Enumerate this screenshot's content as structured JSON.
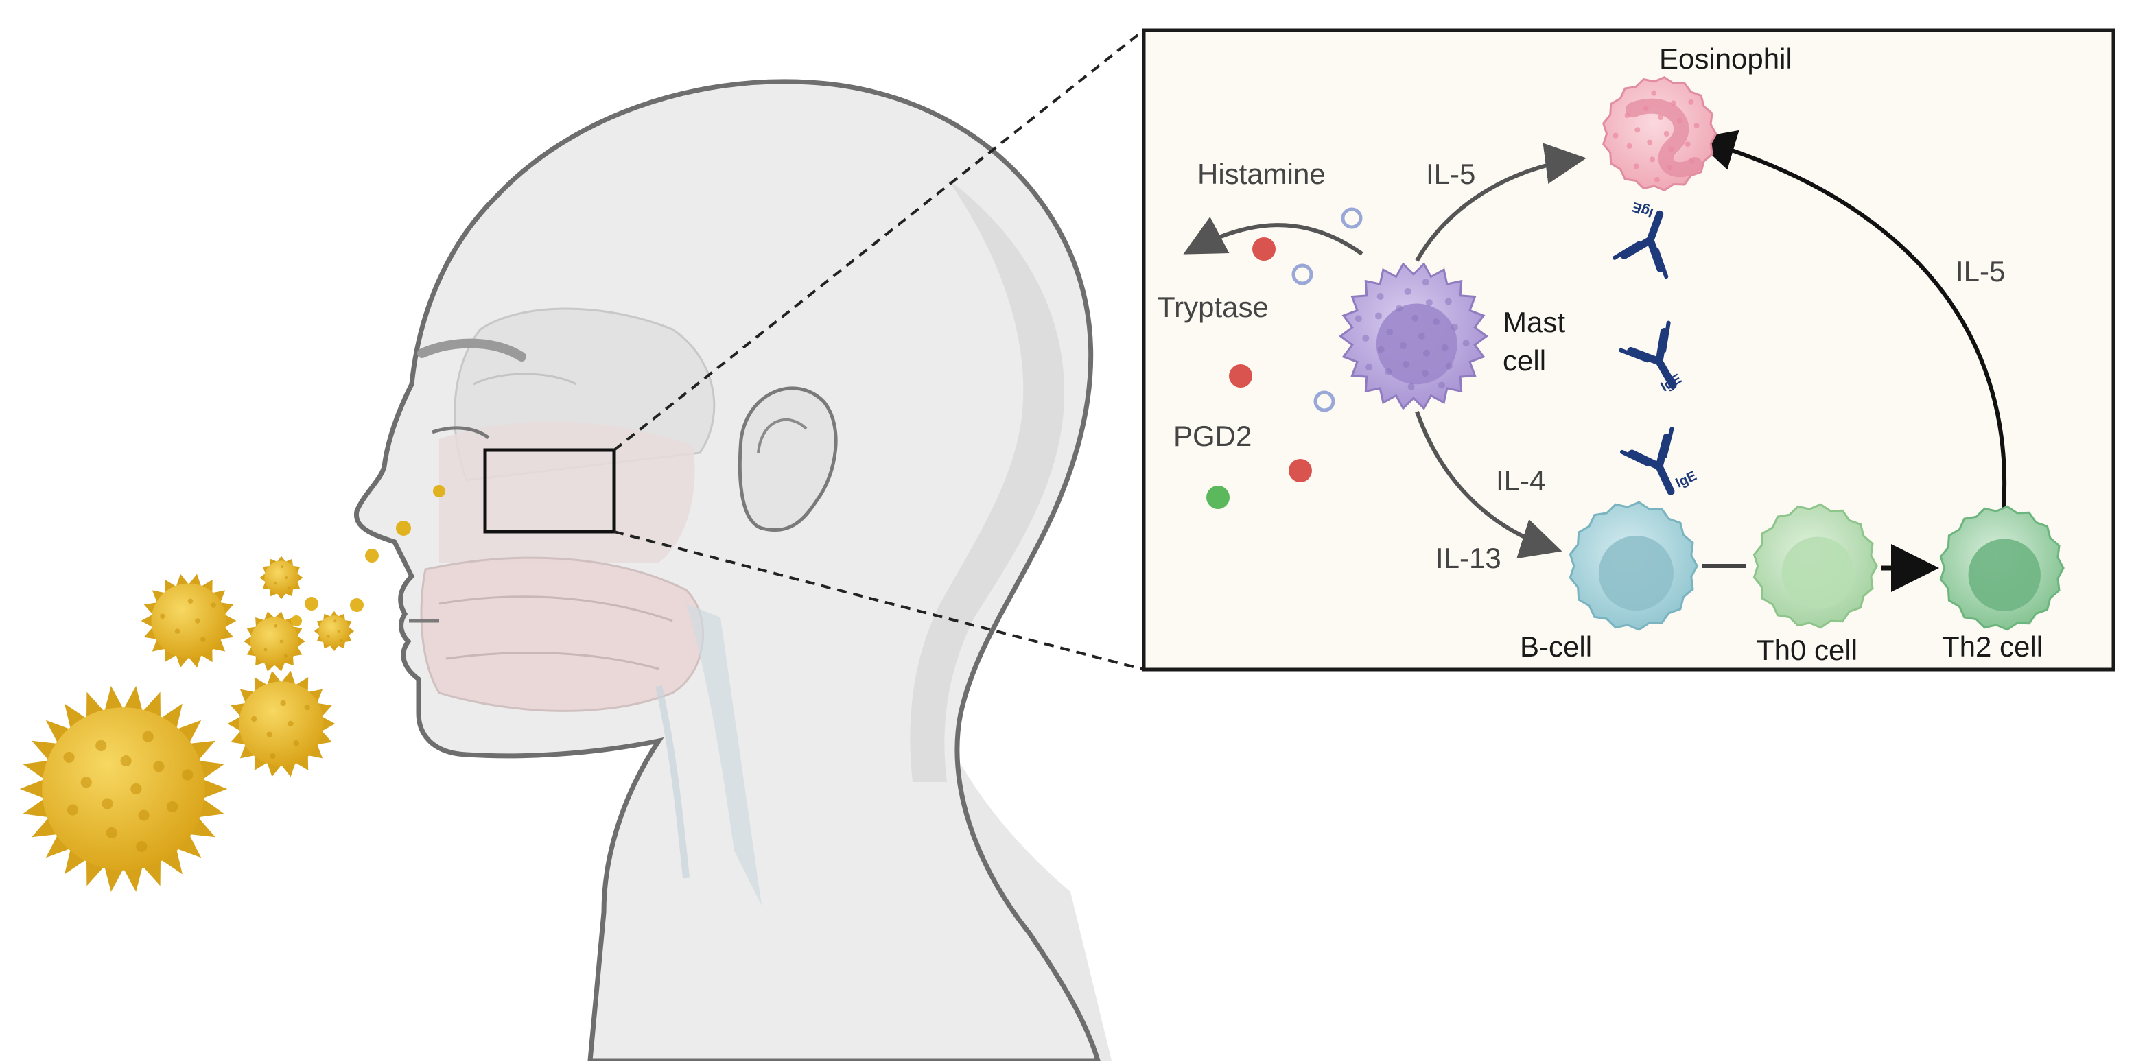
{
  "inset": {
    "labels": {
      "eosinophil": "Eosinophil",
      "histamine": "Histamine",
      "tryptase": "Tryptase",
      "pgd2": "PGD2",
      "mast_line1": "Mast",
      "mast_line2": "cell",
      "il5_left": "IL-5",
      "il5_right": "IL-5",
      "il4": "IL-4",
      "il13": "IL-13",
      "bcell": "B-cell",
      "th0": "Th0 cell",
      "th2": "Th2 cell",
      "ige1": "IgE",
      "ige2": "IgE",
      "ige3": "IgE"
    }
  },
  "colors": {
    "pollen": "#e8b820",
    "mediator_red": "#d9534f",
    "mediator_green": "#5cb85c",
    "mediator_ring": "#9aa8d8",
    "antibody": "#1f3a7a",
    "mast_cell": "#b9a6dc",
    "eosinophil": "#f3b8c4",
    "bcell": "#a8d4dc",
    "tcell": "#b6ddb6",
    "inset_bg": "#fdfaf4"
  }
}
